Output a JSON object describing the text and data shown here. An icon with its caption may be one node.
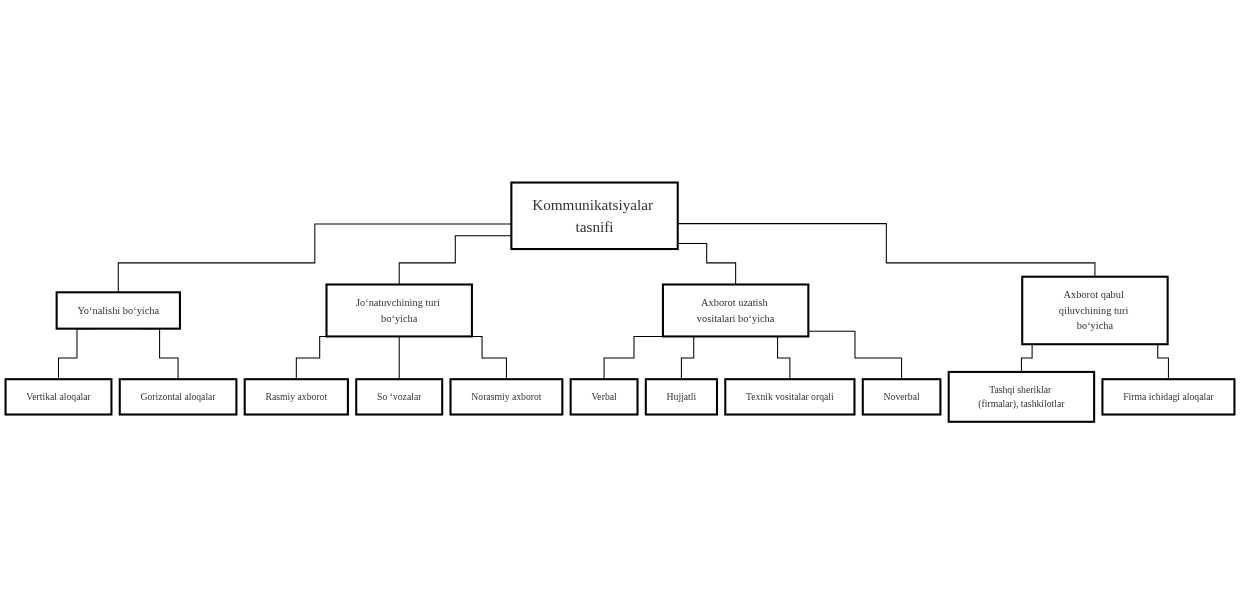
{
  "diagram": {
    "nodes": [
      {
        "text": [
          "Kommunikatsiyalar tasnifi"
        ]
      },
      {
        "text": [
          "Yo‘nalishi bo‘yicha"
        ]
      },
      {
        "text": [
          "Jo‘natuvchining turi bo‘yicha"
        ]
      },
      {
        "text": [
          "Axborot uzatish vositalari bo‘yicha"
        ]
      },
      {
        "text": [
          "Axborot qabul qiluvchining turi bo‘yicha"
        ]
      },
      {
        "text": [
          "Vertikal aloqalar"
        ]
      },
      {
        "text": [
          "Gorizontal aloqalar"
        ]
      },
      {
        "text": [
          "Rasmiy axborot"
        ]
      },
      {
        "text": [
          "So ‘vozalar"
        ]
      },
      {
        "text": [
          "Norasmiy axborot"
        ]
      },
      {
        "text": [
          "Verbal"
        ]
      },
      {
        "text": [
          "Hujjatli"
        ]
      },
      {
        "text": [
          "Texnik vositalar orqali"
        ]
      },
      {
        "text": [
          "Noverbal"
        ]
      },
      {
        "text": [
          "Tashqi sheriklar (firmalar), tashkilotlar"
        ]
      },
      {
        "text": [
          "Firma ichidagi aloqalar"
        ]
      }
    ],
    "edges": [
      {
        "from": 0,
        "to": 1,
        "arrow": "none"
      },
      {
        "from": 0,
        "to": 2,
        "arrow": "none"
      },
      {
        "from": 0,
        "to": 3,
        "arrow": "none"
      },
      {
        "from": 0,
        "to": 4,
        "arrow": "none"
      },
      {
        "from": 1,
        "to": 5,
        "arrow": "none"
      },
      {
        "from": 1,
        "to": 6,
        "arrow": "none"
      },
      {
        "from": 2,
        "to": 7,
        "arrow": "none"
      },
      {
        "from": 2,
        "to": 8,
        "arrow": "none"
      },
      {
        "from": 2,
        "to": 9,
        "arrow": "none"
      },
      {
        "from": 3,
        "to": 10,
        "arrow": "none"
      },
      {
        "from": 3,
        "to": 11,
        "arrow": "none"
      },
      {
        "from": 3,
        "to": 12,
        "arrow": "none"
      },
      {
        "from": 3,
        "to": 13,
        "arrow": "none"
      },
      {
        "from": 4,
        "to": 14,
        "arrow": "none"
      },
      {
        "from": 4,
        "to": 15,
        "arrow": "none"
      }
    ]
  }
}
